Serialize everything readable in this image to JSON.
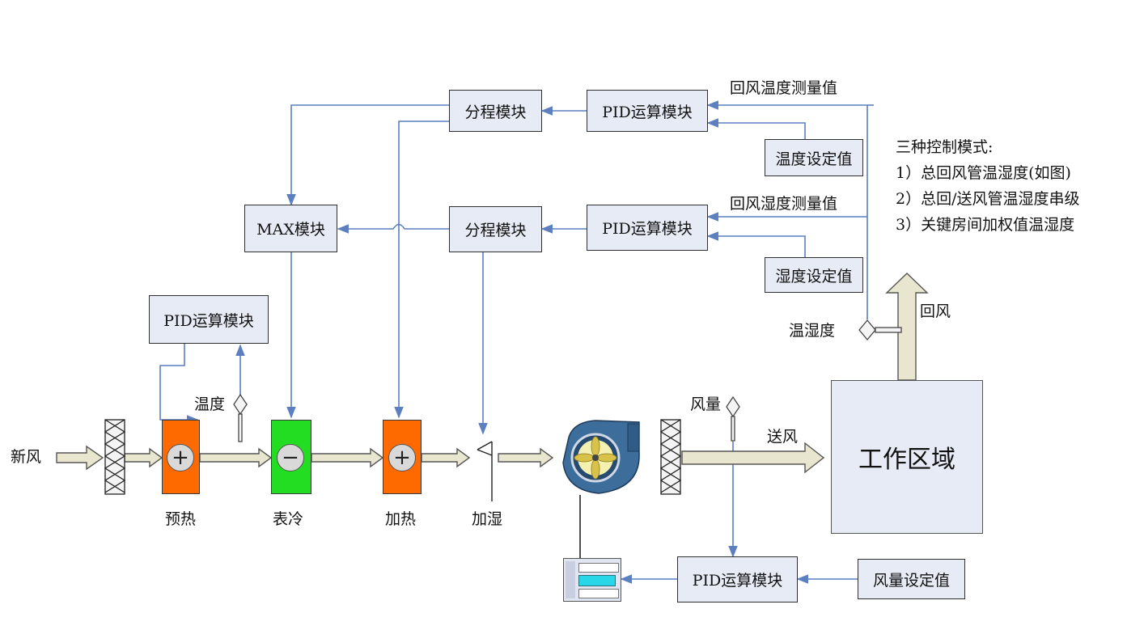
{
  "diagram": {
    "boxes": {
      "split_temp": "分程模块",
      "pid_temp": "PID运算模块",
      "temp_setpoint": "温度设定值",
      "max_block": "MAX模块",
      "split_hum": "分程模块",
      "pid_hum": "PID运算模块",
      "hum_setpoint": "湿度设定值",
      "pid_preheat": "PID运算模块",
      "pid_air": "PID运算模块",
      "air_setpoint": "风量设定值",
      "work_area": "工作区域"
    },
    "labels": {
      "return_temp_meas": "回风温度测量值",
      "return_hum_meas": "回风湿度测量值",
      "fresh_air": "新风",
      "preheat": "预热",
      "cooling": "表冷",
      "heating": "加热",
      "humidify": "加湿",
      "temperature": "温度",
      "airflow": "风量",
      "supply_air": "送风",
      "return_air": "回风",
      "temp_humidity": "温湿度"
    },
    "symbols": {
      "plus": "+",
      "minus": "−"
    },
    "notes": {
      "title": "三种控制模式:",
      "items": [
        "1）总回风管温湿度(如图)",
        "2）总回/送风管温湿度串级",
        "3）关键房间加权值温湿度"
      ]
    },
    "colors": {
      "heater": "#ff6a00",
      "cooler": "#22dd22",
      "line": "#5b7fbf",
      "arrow": "#e8e6cf",
      "box_fill": "#e6ebf5"
    }
  }
}
